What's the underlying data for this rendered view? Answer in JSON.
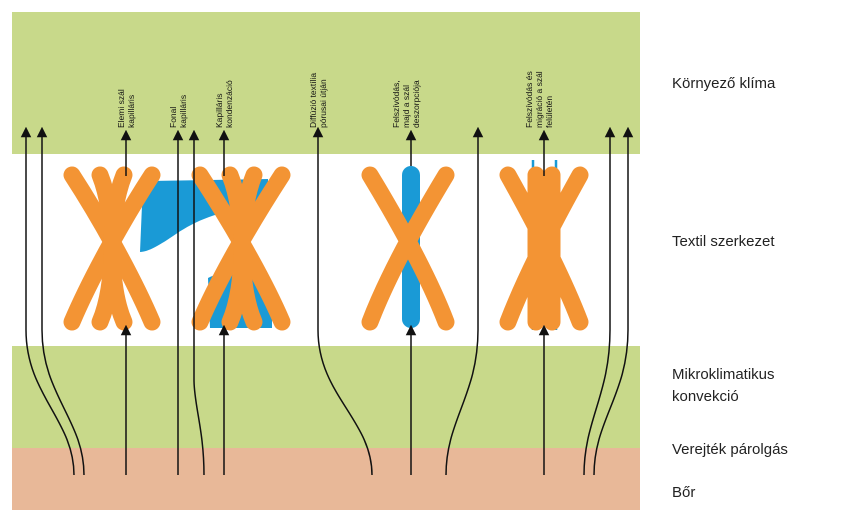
{
  "layers": [
    {
      "name": "Környező klíma",
      "color": "#c8d98a"
    },
    {
      "name": "Textil szerkezet",
      "color": "#ffffff"
    },
    {
      "name": "Mikroklimatikus konvekció",
      "color": "#c8d98a"
    },
    {
      "name": "Verejték párolgás",
      "color": "#c8d98a"
    },
    {
      "name": "Bőr",
      "color": "#e8b898"
    }
  ],
  "labels": {
    "environment": "Környező klíma",
    "textile": "Textil szerkezet",
    "microclimate_line1": "Mikroklimatikus",
    "microclimate_line2": "konvekció",
    "sweat": "Verejték párolgás",
    "skin": "Bőr"
  },
  "mechanisms": {
    "fiber_capillary": [
      "Elemi szál",
      "kapilláris"
    ],
    "yarn_capillary": [
      "Fonal",
      "kapilláris"
    ],
    "capillary_condensation": [
      "Kapilláris",
      "kondenzáció"
    ],
    "diffusion": [
      "Diffúzió textília",
      "pórusai útján"
    ],
    "absorption_desorption": [
      "Felszívódás,",
      "majd a szál",
      "deszorpciója"
    ],
    "absorption_migration": [
      "Felszívódás és",
      "migráció a szál",
      "felületén"
    ]
  },
  "colors": {
    "fiber": "#f39434",
    "water": "#1a9ad6",
    "arrow": "#111111",
    "green_layer": "#c8d98a",
    "skin": "#e8b898"
  }
}
